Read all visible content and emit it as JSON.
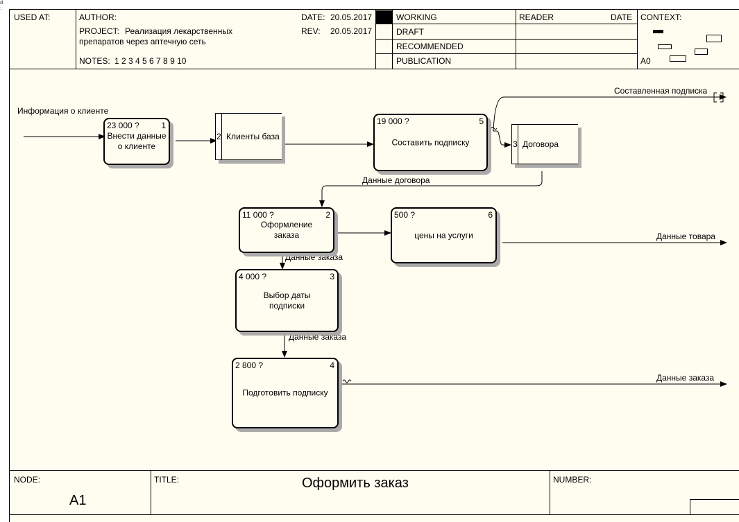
{
  "header": {
    "used_at_label": "USED AT:",
    "author_label": "AUTHOR:",
    "project_label": "PROJECT:",
    "project_line1": "Реализация лекарственных",
    "project_line2": "препаратов через аптечную сеть",
    "date_label": "DATE:",
    "date_value": "20.05.2017",
    "rev_label": "REV:",
    "rev_value": "20.05.2017",
    "notes_label": "NOTES:",
    "notes_values": "1  2  3  4  5  6  7  8  9  10",
    "status_working": "WORKING",
    "status_draft": "DRAFT",
    "status_recommended": "RECOMMENDED",
    "status_publication": "PUBLICATION",
    "reader_label": "READER",
    "reader_date_label": "DATE",
    "context_label": "CONTEXT:",
    "context_node": "A0"
  },
  "footer": {
    "node_label": "NODE:",
    "node_value": "A1",
    "title_label": "TITLE:",
    "title_value": "Оформить  заказ",
    "number_label": "NUMBER:"
  },
  "diagram": {
    "activities": [
      {
        "id": "1",
        "cost": "23 000 ?",
        "label": "Внести данные\nо клиенте"
      },
      {
        "id": "5",
        "cost": "19 000 ?",
        "label": "Составить подписку"
      },
      {
        "id": "2",
        "cost": "11 000 ?",
        "label": "Оформление\nзаказа"
      },
      {
        "id": "6",
        "cost": "500 ?",
        "label": "цены на услуги"
      },
      {
        "id": "3",
        "cost": "4 000 ?",
        "label": "Выбор даты\nподписки"
      },
      {
        "id": "4",
        "cost": "2 800 ?",
        "label": "Подготовить подписку"
      }
    ],
    "stores": [
      {
        "id": "2",
        "label": "Клиенты база"
      },
      {
        "id": "3",
        "label": "Договора"
      }
    ],
    "arrow_labels": {
      "client_info": "Информация о клиенте",
      "composed_subscription": "Составленная подписка",
      "contract_data": "Данные договора",
      "product_data": "Данные товара",
      "order_data_1": "Данные заказа",
      "order_data_2": "Данные заказа",
      "order_data_3": "Данные заказа"
    }
  }
}
